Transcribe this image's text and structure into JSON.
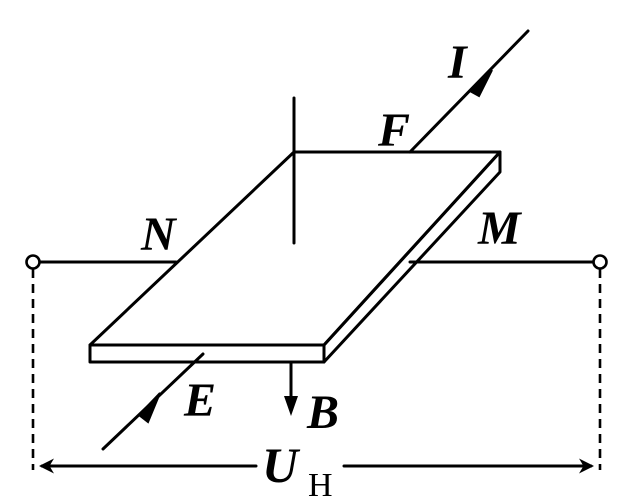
{
  "diagram": {
    "labels": {
      "current": "I",
      "face_f": "F",
      "face_n": "N",
      "face_m": "M",
      "face_e": "E",
      "field": "B",
      "voltage": "U",
      "voltage_subscript": "H"
    },
    "colors": {
      "line": "#000000",
      "background": "#ffffff"
    }
  }
}
